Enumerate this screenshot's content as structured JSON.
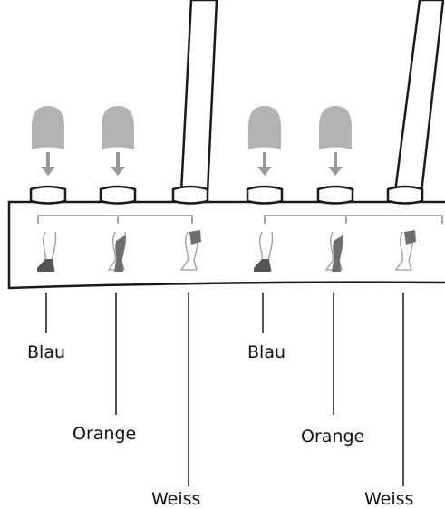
{
  "colors": {
    "stroke": "#1a1a1a",
    "cap_fill": "#b3b3b3",
    "arrow_fill": "#9a9a9a",
    "sock_fill": "#555555",
    "stocking_fill": "#6e6e6e",
    "knee_band_fill": "#6e6e6e",
    "bracket_stroke": "#a8a8a8",
    "leg_outline": "#9a9a9a"
  },
  "groups": [
    {
      "slots": [
        {
          "label": "Blau",
          "insert": "cap-with-arrow",
          "garment": "ankle-sock"
        },
        {
          "label": "Orange",
          "insert": "cap-with-arrow",
          "garment": "calf-stocking"
        },
        {
          "label": "Weiss",
          "insert": "tube",
          "garment": "knee-band"
        }
      ]
    },
    {
      "slots": [
        {
          "label": "Blau",
          "insert": "cap-with-arrow",
          "garment": "ankle-sock"
        },
        {
          "label": "Orange",
          "insert": "cap-with-arrow",
          "garment": "calf-stocking"
        },
        {
          "label": "Weiss",
          "insert": "tube",
          "garment": "knee-band"
        }
      ]
    }
  ]
}
